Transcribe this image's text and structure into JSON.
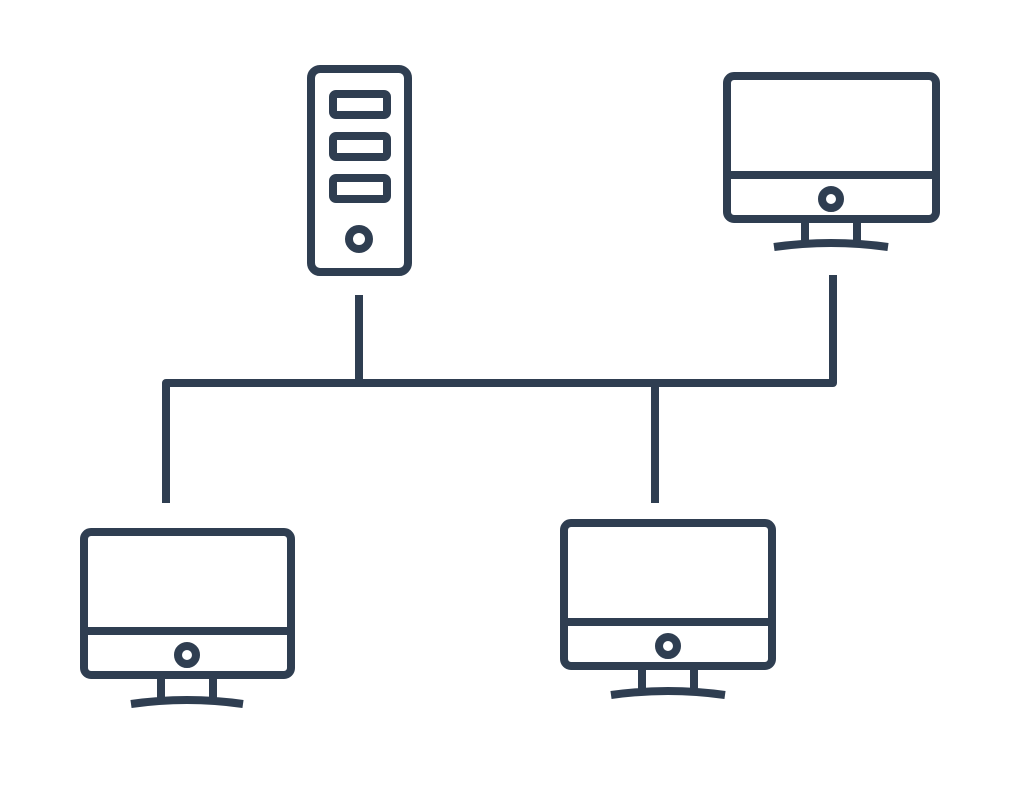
{
  "diagram": {
    "stroke_color": "#2f3e51",
    "background_color": "#ffffff",
    "nodes": [
      {
        "id": "server",
        "icon": "server-tower-icon"
      },
      {
        "id": "computer-top-right",
        "icon": "desktop-monitor-icon"
      },
      {
        "id": "computer-bottom-left",
        "icon": "desktop-monitor-icon"
      },
      {
        "id": "computer-bottom-center",
        "icon": "desktop-monitor-icon"
      }
    ],
    "edges": [
      {
        "from": "server",
        "to": "network-bus"
      },
      {
        "from": "computer-top-right",
        "to": "network-bus"
      },
      {
        "from": "network-bus",
        "to": "computer-bottom-left"
      },
      {
        "from": "network-bus",
        "to": "computer-bottom-center"
      }
    ]
  }
}
